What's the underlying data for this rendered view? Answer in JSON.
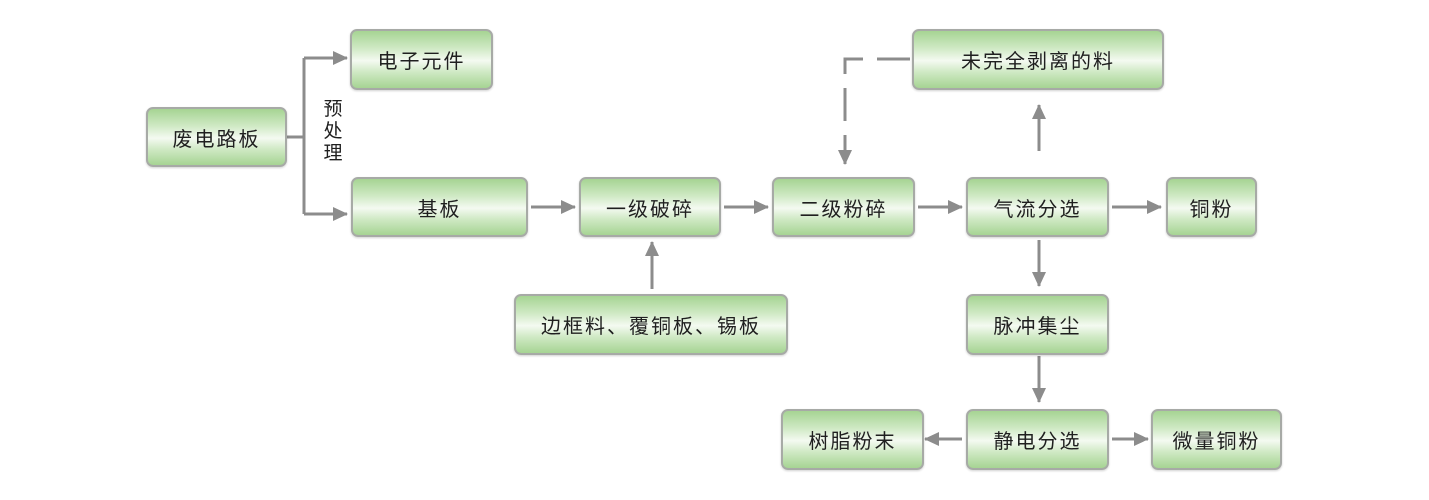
{
  "colors": {
    "arrow": "#8c8c8c",
    "node_border": "#a7aaa6",
    "node_fill": "#a6d493"
  },
  "nodes": {
    "waste_board": "废电路板",
    "electronic_parts": "电子元件",
    "substrate": "基板",
    "primary_crush": "一级破碎",
    "frame_materials": "边框料、覆铜板、锡板",
    "secondary_crush": "二级粉碎",
    "air_separation": "气流分选",
    "incomplete_material": "未完全剥离的料",
    "copper_powder": "铜粉",
    "pulse_dust": "脉冲集尘",
    "electrostatic_sep": "静电分选",
    "resin_powder": "树脂粉末",
    "trace_copper": "微量铜粉"
  },
  "labels": {
    "pretreatment": "预处理"
  }
}
